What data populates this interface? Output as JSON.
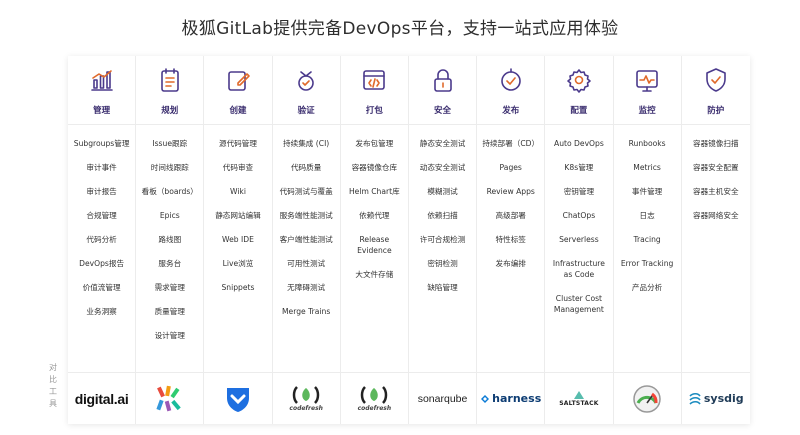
{
  "page": {
    "title": "极狐GitLab提供完备DevOps平台，支持一站式应用体验"
  },
  "side_label": [
    "对",
    "比",
    "工",
    "具"
  ],
  "accent_color": "#3a2d6e",
  "icon_color": "#4b3a8c",
  "columns": [
    {
      "key": "manage",
      "label": "管理",
      "icon": "chart-icon",
      "items": [
        "Subgroups管理",
        "审计事件",
        "审计报告",
        "合规管理",
        "代码分析",
        "DevOps报告",
        "价值流管理",
        "业务洞察"
      ],
      "tool": {
        "name": "digital.ai",
        "logo_text": "digital.ai"
      }
    },
    {
      "key": "plan",
      "label": "规划",
      "icon": "planner-icon",
      "items": [
        "Issue跟踪",
        "时间线跟踪",
        "看板（boards）",
        "Epics",
        "路线图",
        "服务台",
        "需求管理",
        "质量管理",
        "设计管理"
      ],
      "tool": {
        "name": "multicolor-logo",
        "logo_text": ""
      }
    },
    {
      "key": "create",
      "label": "创建",
      "icon": "edit-icon",
      "items": [
        "源代码管理",
        "代码审查",
        "Wiki",
        "静态网站编辑",
        "Web IDE",
        "Live浏览",
        "Snippets"
      ],
      "tool": {
        "name": "shield-logo",
        "logo_text": ""
      }
    },
    {
      "key": "verify",
      "label": "验证",
      "icon": "check-face-icon",
      "items": [
        "持续集成 (CI)",
        "代码质量",
        "代码测试与覆盖",
        "服务端性能测试",
        "客户端性能测试",
        "可用性测试",
        "无障碍测试",
        "Merge Trains"
      ],
      "tool": {
        "name": "codefresh",
        "logo_text": "codefresh"
      }
    },
    {
      "key": "package",
      "label": "打包",
      "icon": "code-box-icon",
      "items": [
        "发布包管理",
        "容器镜像仓库",
        "Helm Chart库",
        "依赖代理",
        "Release Evidence",
        "大文件存储"
      ],
      "tool": {
        "name": "codefresh",
        "logo_text": "codefresh"
      }
    },
    {
      "key": "secure",
      "label": "安全",
      "icon": "lock-icon",
      "items": [
        "静态安全测试",
        "动态安全测试",
        "模糊测试",
        "依赖扫描",
        "许可合规检测",
        "密钥检测",
        "缺陷管理"
      ],
      "tool": {
        "name": "sonarqube",
        "logo_text": "sonarqube"
      }
    },
    {
      "key": "release",
      "label": "发布",
      "icon": "launch-icon",
      "items": [
        "持续部署（CD）",
        "Pages",
        "Review Apps",
        "高级部署",
        "特性标签",
        "发布编排"
      ],
      "tool": {
        "name": "harness",
        "logo_text": "harness"
      }
    },
    {
      "key": "configure",
      "label": "配置",
      "icon": "gear-icon",
      "items": [
        "Auto DevOps",
        "K8s管理",
        "密钥管理",
        "ChatOps",
        "Serverless",
        "Infrastructure as Code",
        "Cluster Cost Management"
      ],
      "tool": {
        "name": "saltstack",
        "logo_text": "SALTSTACK"
      }
    },
    {
      "key": "monitor",
      "label": "监控",
      "icon": "monitor-icon",
      "items": [
        "Runbooks",
        "Metrics",
        "事件管理",
        "日志",
        "Tracing",
        "Error Tracking",
        "产品分析"
      ],
      "tool": {
        "name": "gauge-logo",
        "logo_text": ""
      }
    },
    {
      "key": "defend",
      "label": "防护",
      "icon": "shield-check-icon",
      "items": [
        "容器镜像扫描",
        "容器安全配置",
        "容器主机安全",
        "容器网络安全"
      ],
      "tool": {
        "name": "sysdig",
        "logo_text": "sysdig"
      }
    }
  ]
}
